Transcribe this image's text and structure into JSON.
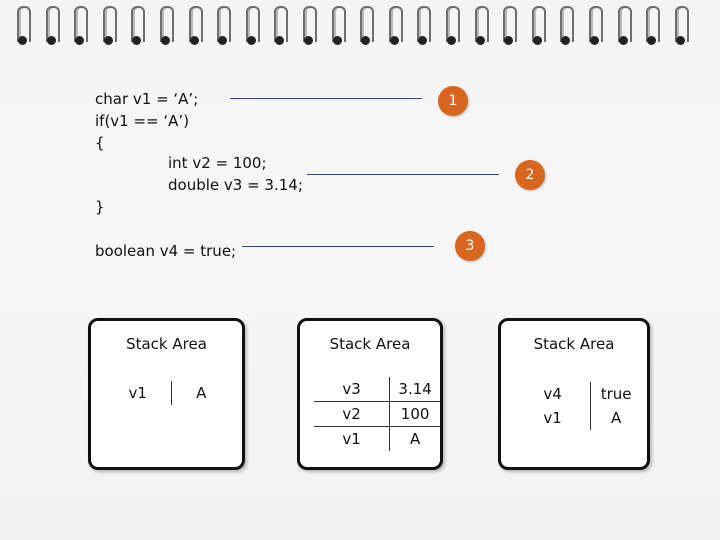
{
  "code": {
    "line1": "char v1 = ‘A’;",
    "line2": "if(v1 == ‘A’)",
    "line3": "{",
    "line4": "int v2 = 100;",
    "line5": "double v3 = 3.14;",
    "line6": "}",
    "line7": "boolean v4 = true;"
  },
  "badges": {
    "b1": "1",
    "b2": "2",
    "b3": "3"
  },
  "colors": {
    "badge": "#d9661f",
    "leader": "#2a4a8a"
  },
  "stack1": {
    "title": "Stack Area",
    "rows": [
      {
        "name": "v1",
        "value": "A"
      }
    ]
  },
  "stack2": {
    "title": "Stack Area",
    "rows": [
      {
        "name": "v3",
        "value": "3.14"
      },
      {
        "name": "v2",
        "value": "100"
      },
      {
        "name": "v1",
        "value": "A"
      }
    ]
  },
  "stack3": {
    "title": "Stack Area",
    "rows": [
      {
        "name": "v4",
        "value": "true"
      },
      {
        "name": "v1",
        "value": "A"
      }
    ]
  }
}
